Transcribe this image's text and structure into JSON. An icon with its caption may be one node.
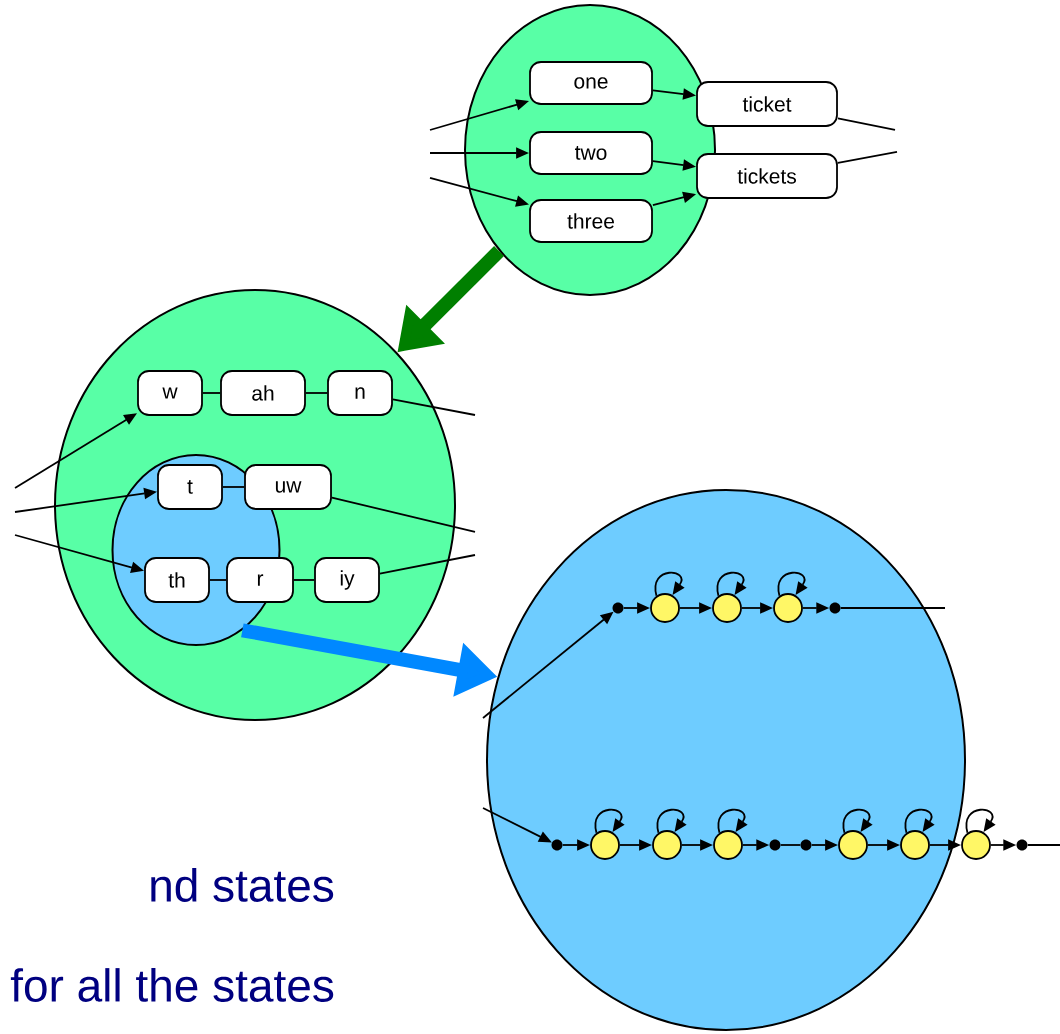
{
  "diagram": {
    "nodes": [
      {
        "text": [],
        "shape": "circle"
      },
      {
        "text": [
          "one"
        ],
        "in": 0
      },
      {
        "text": [
          "two"
        ],
        "in": 0
      },
      {
        "text": [
          "three"
        ],
        "in": 0
      },
      {
        "text": [
          "ticket"
        ]
      },
      {
        "text": [
          "tickets"
        ]
      },
      {
        "text": [],
        "shape": "circle"
      },
      {
        "text": [],
        "shape": "circle",
        "in": 6
      },
      {
        "text": [
          "w"
        ],
        "in": 6
      },
      {
        "text": [
          "ah"
        ],
        "in": 6
      },
      {
        "text": [
          "n"
        ],
        "in": 6
      },
      {
        "text": [
          "t"
        ],
        "in": 7
      },
      {
        "text": [
          "uw"
        ],
        "in": 6
      },
      {
        "text": [
          "th"
        ],
        "in": 7
      },
      {
        "text": [
          "r"
        ],
        "in": 6
      },
      {
        "text": [
          "iy"
        ],
        "in": 6
      },
      {
        "text": [],
        "shape": "circle"
      },
      {
        "text": [],
        "shape": "circle",
        "in": 16
      },
      {
        "text": [],
        "shape": "circle",
        "in": 16
      },
      {
        "text": [],
        "shape": "circle",
        "in": 16
      },
      {
        "text": [],
        "shape": "circle",
        "in": 16
      },
      {
        "text": [],
        "shape": "circle",
        "in": 16
      },
      {
        "text": [],
        "shape": "circle",
        "in": 16
      },
      {
        "text": [],
        "shape": "circle",
        "in": 16
      },
      {
        "text": [],
        "shape": "circle",
        "in": 16
      },
      {
        "text": [],
        "shape": "circle",
        "in": 16
      },
      {
        "text": [],
        "shape": "circle",
        "in": 16
      },
      {
        "text": [],
        "shape": "circle",
        "in": 16
      },
      {
        "text": [],
        "shape": "circle",
        "in": 16
      },
      {
        "text": [],
        "shape": "circle",
        "in": 16
      },
      {
        "text": [],
        "shape": "circle"
      },
      {
        "text": [],
        "shape": "circle"
      }
    ],
    "edges": [
      {
        "from": null,
        "to": 1,
        "arrow": "to"
      },
      {
        "from": null,
        "to": 2,
        "arrow": "to"
      },
      {
        "from": null,
        "to": 3,
        "arrow": "to"
      },
      {
        "from": 1,
        "to": 4,
        "arrow": "to"
      },
      {
        "from": 2,
        "to": 5,
        "arrow": "to"
      },
      {
        "from": 3,
        "to": 5,
        "arrow": "to"
      },
      {
        "from": 4,
        "to": null,
        "arrow": "none"
      },
      {
        "from": 5,
        "to": null,
        "arrow": "none"
      },
      {
        "from": 0,
        "to": 6,
        "arrow": "to",
        "style": "thick",
        "color": "#007f00"
      },
      {
        "from": null,
        "to": 8,
        "arrow": "to"
      },
      {
        "from": null,
        "to": 11,
        "arrow": "to"
      },
      {
        "from": null,
        "to": 13,
        "arrow": "to"
      },
      {
        "from": 8,
        "to": 9,
        "arrow": "none"
      },
      {
        "from": 9,
        "to": 10,
        "arrow": "none"
      },
      {
        "from": 11,
        "to": 12,
        "arrow": "none"
      },
      {
        "from": 13,
        "to": 14,
        "arrow": "none"
      },
      {
        "from": 14,
        "to": 15,
        "arrow": "none"
      },
      {
        "from": 10,
        "to": null,
        "arrow": "none"
      },
      {
        "from": 12,
        "to": null,
        "arrow": "none"
      },
      {
        "from": 15,
        "to": null,
        "arrow": "none"
      },
      {
        "from": 7,
        "to": 16,
        "arrow": "to",
        "style": "thick",
        "color": "#0088ff"
      },
      {
        "from": null,
        "to": 17,
        "arrow": "to"
      },
      {
        "from": 17,
        "to": 18,
        "arrow": "to"
      },
      {
        "from": 18,
        "to": 18,
        "arrow": "to"
      },
      {
        "from": 18,
        "to": 19,
        "arrow": "to"
      },
      {
        "from": 19,
        "to": 19,
        "arrow": "to"
      },
      {
        "from": 19,
        "to": 20,
        "arrow": "to"
      },
      {
        "from": 20,
        "to": 20,
        "arrow": "to"
      },
      {
        "from": 20,
        "to": 21,
        "arrow": "to"
      },
      {
        "from": 21,
        "to": null,
        "arrow": "none"
      },
      {
        "from": null,
        "to": 22,
        "arrow": "to"
      },
      {
        "from": 22,
        "to": 23,
        "arrow": "to"
      },
      {
        "from": 23,
        "to": 23,
        "arrow": "to"
      },
      {
        "from": 23,
        "to": 24,
        "arrow": "to"
      },
      {
        "from": 24,
        "to": 24,
        "arrow": "to"
      },
      {
        "from": 24,
        "to": 25,
        "arrow": "to"
      },
      {
        "from": 25,
        "to": 25,
        "arrow": "to"
      },
      {
        "from": 25,
        "to": 26,
        "arrow": "to"
      },
      {
        "from": 26,
        "to": 27,
        "arrow": "none"
      },
      {
        "from": 27,
        "to": 28,
        "arrow": "to"
      },
      {
        "from": 28,
        "to": 28,
        "arrow": "to"
      },
      {
        "from": 28,
        "to": 29,
        "arrow": "to"
      },
      {
        "from": 29,
        "to": 29,
        "arrow": "to"
      },
      {
        "from": 29,
        "to": 30,
        "arrow": "to"
      },
      {
        "from": 30,
        "to": 30,
        "arrow": "to"
      },
      {
        "from": 30,
        "to": 31,
        "arrow": "to"
      },
      {
        "from": 31,
        "to": null,
        "arrow": "none"
      }
    ],
    "labels": [
      "nd states",
      "for all the states"
    ]
  }
}
